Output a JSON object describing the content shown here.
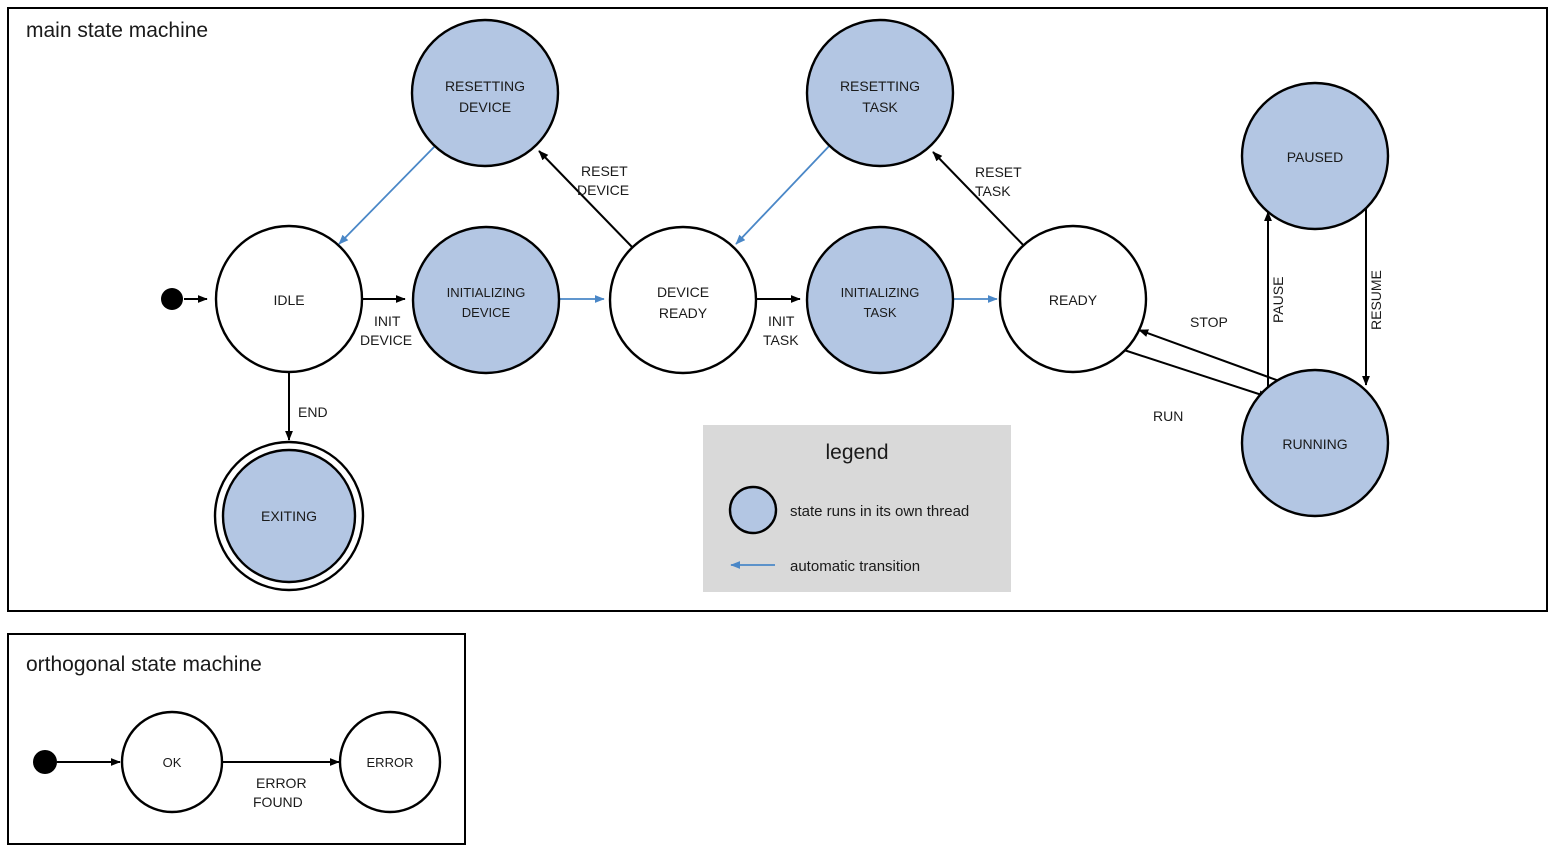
{
  "diagram": {
    "type": "state-machine",
    "frames": [
      {
        "id": "main",
        "title": "main state machine"
      },
      {
        "id": "orthogonal",
        "title": "orthogonal state machine"
      }
    ]
  },
  "colors": {
    "thread_state_fill": "#b3c6e3",
    "plain_state_fill": "#ffffff",
    "stroke": "#000000",
    "automatic_transition": "#4a87c7",
    "legend_background": "#d9d9d9",
    "page_background": "#ffffff"
  },
  "main": {
    "title": "main state machine",
    "states": [
      {
        "id": "idle",
        "label_line1": "IDLE",
        "label_line2": "",
        "threaded": false,
        "final": false
      },
      {
        "id": "resetting_device",
        "label_line1": "RESETTING",
        "label_line2": "DEVICE",
        "threaded": true,
        "final": false
      },
      {
        "id": "initializing_device",
        "label_line1": "INITIALIZING",
        "label_line2": "DEVICE",
        "threaded": true,
        "final": false
      },
      {
        "id": "device_ready",
        "label_line1": "DEVICE",
        "label_line2": "READY",
        "threaded": false,
        "final": false
      },
      {
        "id": "resetting_task",
        "label_line1": "RESETTING",
        "label_line2": "TASK",
        "threaded": true,
        "final": false
      },
      {
        "id": "initializing_task",
        "label_line1": "INITIALIZING",
        "label_line2": "TASK",
        "threaded": true,
        "final": false
      },
      {
        "id": "ready",
        "label_line1": "READY",
        "label_line2": "",
        "threaded": false,
        "final": false
      },
      {
        "id": "paused",
        "label_line1": "PAUSED",
        "label_line2": "",
        "threaded": true,
        "final": false
      },
      {
        "id": "running",
        "label_line1": "RUNNING",
        "label_line2": "",
        "threaded": true,
        "final": false
      },
      {
        "id": "exiting",
        "label_line1": "EXITING",
        "label_line2": "",
        "threaded": true,
        "final": true
      }
    ],
    "transitions": [
      {
        "id": "start_idle",
        "from": "initial",
        "to": "idle",
        "label_line1": "",
        "label_line2": "",
        "automatic": false
      },
      {
        "id": "init_device",
        "from": "idle",
        "to": "initializing_device",
        "label_line1": "INIT",
        "label_line2": "DEVICE",
        "automatic": false
      },
      {
        "id": "auto_device_ready",
        "from": "initializing_device",
        "to": "device_ready",
        "label_line1": "",
        "label_line2": "",
        "automatic": true
      },
      {
        "id": "end",
        "from": "idle",
        "to": "exiting",
        "label_line1": "END",
        "label_line2": "",
        "automatic": false
      },
      {
        "id": "reset_device",
        "from": "device_ready",
        "to": "resetting_device",
        "label_line1": "RESET",
        "label_line2": "DEVICE",
        "automatic": false
      },
      {
        "id": "auto_idle",
        "from": "resetting_device",
        "to": "idle",
        "label_line1": "",
        "label_line2": "",
        "automatic": true
      },
      {
        "id": "init_task",
        "from": "device_ready",
        "to": "initializing_task",
        "label_line1": "INIT",
        "label_line2": "TASK",
        "automatic": false
      },
      {
        "id": "auto_ready",
        "from": "initializing_task",
        "to": "ready",
        "label_line1": "",
        "label_line2": "",
        "automatic": true
      },
      {
        "id": "reset_task",
        "from": "ready",
        "to": "resetting_task",
        "label_line1": "RESET",
        "label_line2": "TASK",
        "automatic": false
      },
      {
        "id": "auto_device_ready2",
        "from": "resetting_task",
        "to": "device_ready",
        "label_line1": "",
        "label_line2": "",
        "automatic": true
      },
      {
        "id": "run",
        "from": "ready",
        "to": "running",
        "label_line1": "RUN",
        "label_line2": "",
        "automatic": false
      },
      {
        "id": "stop",
        "from": "running",
        "to": "ready",
        "label_line1": "STOP",
        "label_line2": "",
        "automatic": false
      },
      {
        "id": "pause",
        "from": "running",
        "to": "paused",
        "label_line1": "PAUSE",
        "label_line2": "",
        "automatic": false
      },
      {
        "id": "resume",
        "from": "paused",
        "to": "running",
        "label_line1": "RESUME",
        "label_line2": "",
        "automatic": false
      }
    ]
  },
  "legend": {
    "title": "legend",
    "entries": [
      {
        "id": "thread",
        "symbol": "blue-circle",
        "text": "state runs in its own thread"
      },
      {
        "id": "auto",
        "symbol": "blue-left-arrow",
        "text": "automatic transition"
      }
    ]
  },
  "orthogonal": {
    "title": "orthogonal state machine",
    "states": [
      {
        "id": "ok",
        "label_line1": "OK",
        "threaded": false
      },
      {
        "id": "error",
        "label_line1": "ERROR",
        "threaded": false
      }
    ],
    "transitions": [
      {
        "id": "start_ok",
        "from": "initial",
        "to": "ok",
        "label_line1": "",
        "label_line2": ""
      },
      {
        "id": "error_found",
        "from": "ok",
        "to": "error",
        "label_line1": "ERROR",
        "label_line2": "FOUND"
      }
    ]
  }
}
